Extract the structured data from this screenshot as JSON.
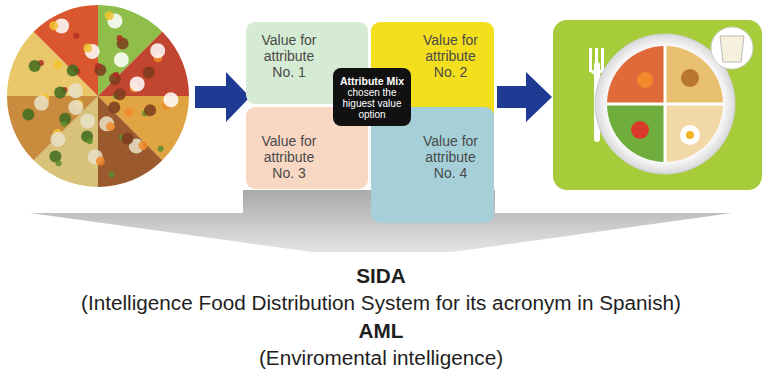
{
  "diagram": {
    "nodes": [
      {
        "text": [
          "Value for attribute No. 1"
        ]
      },
      {
        "text": [
          "Value for attribute No. 2"
        ]
      },
      {
        "text": [
          "Attribute Mix",
          "chosen the higuest value option"
        ]
      },
      {
        "text": [
          "Value for attribute No. 3"
        ]
      },
      {
        "text": [
          "Value for attribute No. 4"
        ]
      }
    ],
    "labels": [
      "SIDA",
      "(Intelligence Food Distribution System for its acronym in Spanish)",
      "AML",
      "(Enviromental intelligence)"
    ]
  }
}
